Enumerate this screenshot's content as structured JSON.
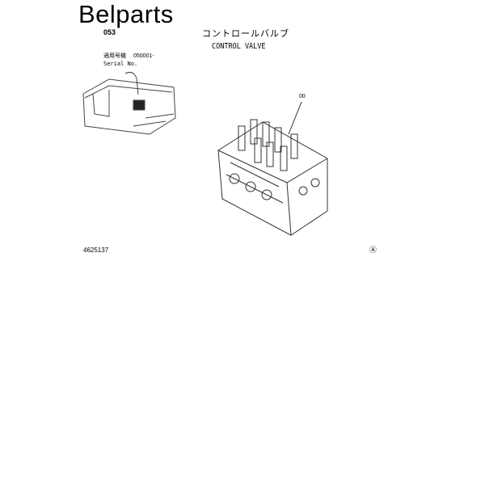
{
  "brand": "Belparts",
  "page_number": "053",
  "title_jp": "コントロールバルブ",
  "title_en": "CONTROL VALVE",
  "serial": {
    "label_jp": "適用号機",
    "value": "050001-",
    "label_en": "Serial No."
  },
  "callout": "00",
  "document_number": "4625137",
  "revision_mark": "Ⓐ"
}
